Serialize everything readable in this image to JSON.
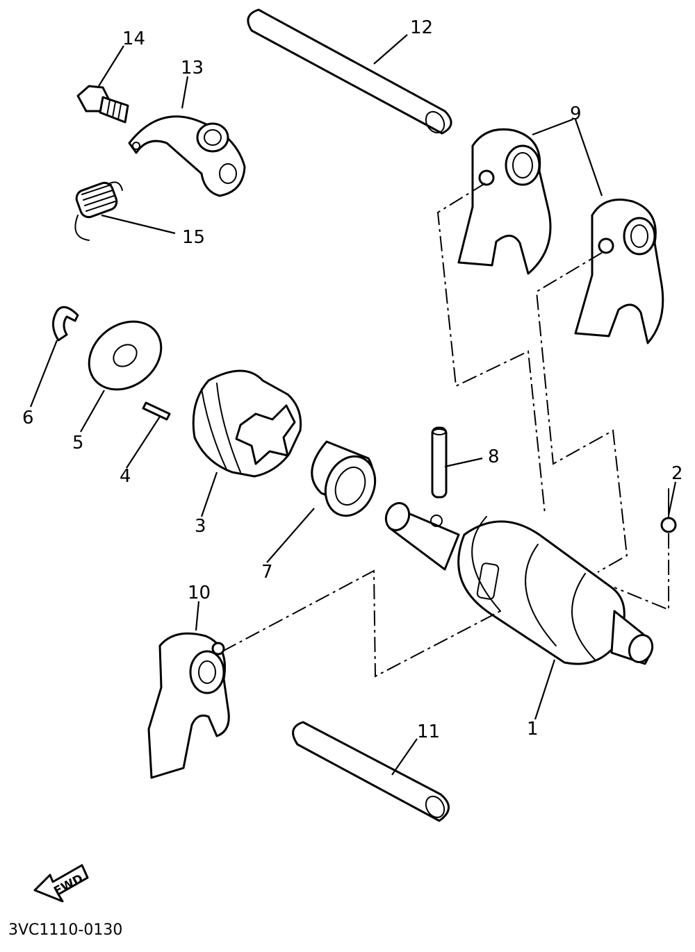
{
  "diagram_code": "3VC1110-0130",
  "fwd_label": "FWD",
  "callouts": {
    "c1": "1",
    "c2": "2",
    "c3": "3",
    "c4": "4",
    "c5": "5",
    "c6": "6",
    "c7": "7",
    "c8": "8",
    "c9": "9",
    "c10": "10",
    "c11": "11",
    "c12": "12",
    "c13": "13",
    "c14": "14",
    "c15": "15"
  }
}
